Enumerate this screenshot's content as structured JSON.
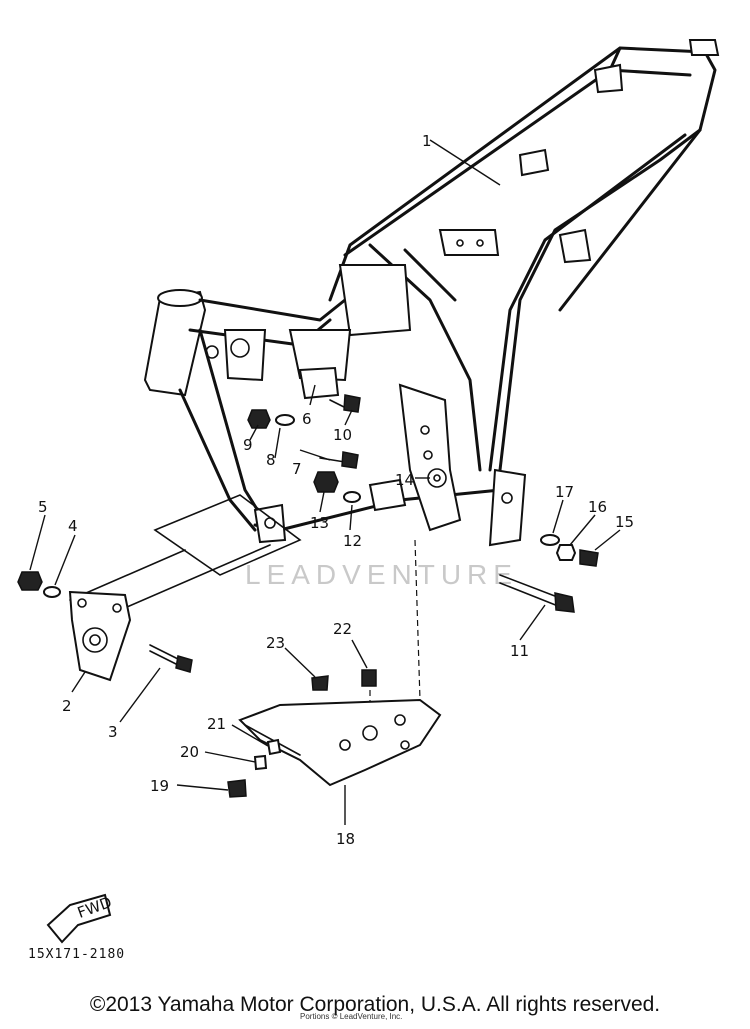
{
  "diagram": {
    "watermark": "LEADVENTURE",
    "part_code": "15X171-2180",
    "fwd_label": "FWD",
    "callouts": [
      "1",
      "2",
      "3",
      "4",
      "5",
      "6",
      "7",
      "8",
      "9",
      "10",
      "11",
      "12",
      "13",
      "14",
      "15",
      "16",
      "17",
      "18",
      "19",
      "20",
      "21",
      "22",
      "23"
    ]
  },
  "footer": {
    "copyright": "©2013 Yamaha Motor Corporation, U.S.A. All rights reserved.",
    "small_credit": "Portions © LeadVenture, Inc."
  }
}
